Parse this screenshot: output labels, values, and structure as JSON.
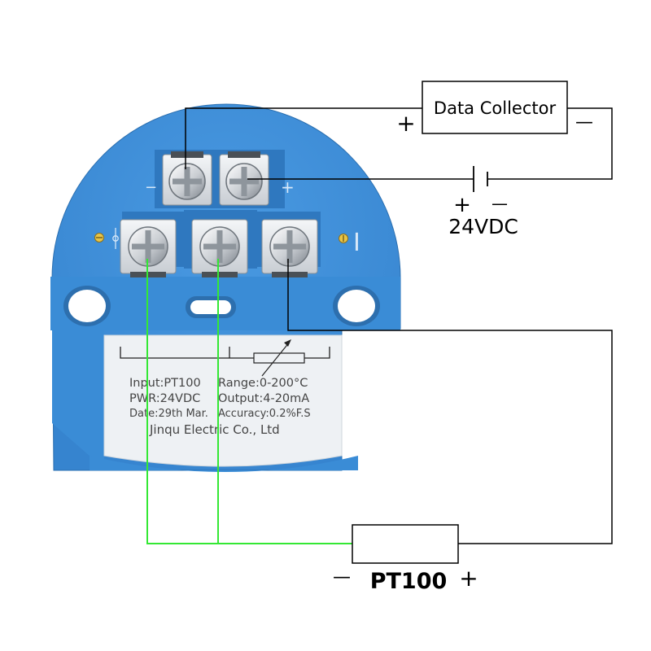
{
  "collector": {
    "label": "Data Collector",
    "plus": "+",
    "minus": "—"
  },
  "supply": {
    "label": "24VDC",
    "plus": "+",
    "minus": "—"
  },
  "sensor": {
    "label": "PT100",
    "plus": "+",
    "minus": "—"
  },
  "transmitter": {
    "terminal_minus": "−",
    "terminal_plus": "+",
    "current_symbol": "I",
    "label_lines": [
      {
        "left": "Input:PT100",
        "right": "Range:0-200°C"
      },
      {
        "left": "PWR:24VDC",
        "right": "Output:4-20mA"
      },
      {
        "left": "Date:29th Mar.",
        "right": "Accuracy:0.2%F.S"
      }
    ],
    "company": "Jinqu Electric Co., Ltd"
  },
  "colors": {
    "device_blue": "#3d8fd8",
    "device_blue_dark": "#2e74b8",
    "wire_green": "#34e834",
    "wire_black": "#000000",
    "label_panel": "#eef2f5"
  },
  "icons": [
    "screw-terminal-icon",
    "resistor-icon",
    "battery-icon",
    "grounding-screw-icon"
  ]
}
